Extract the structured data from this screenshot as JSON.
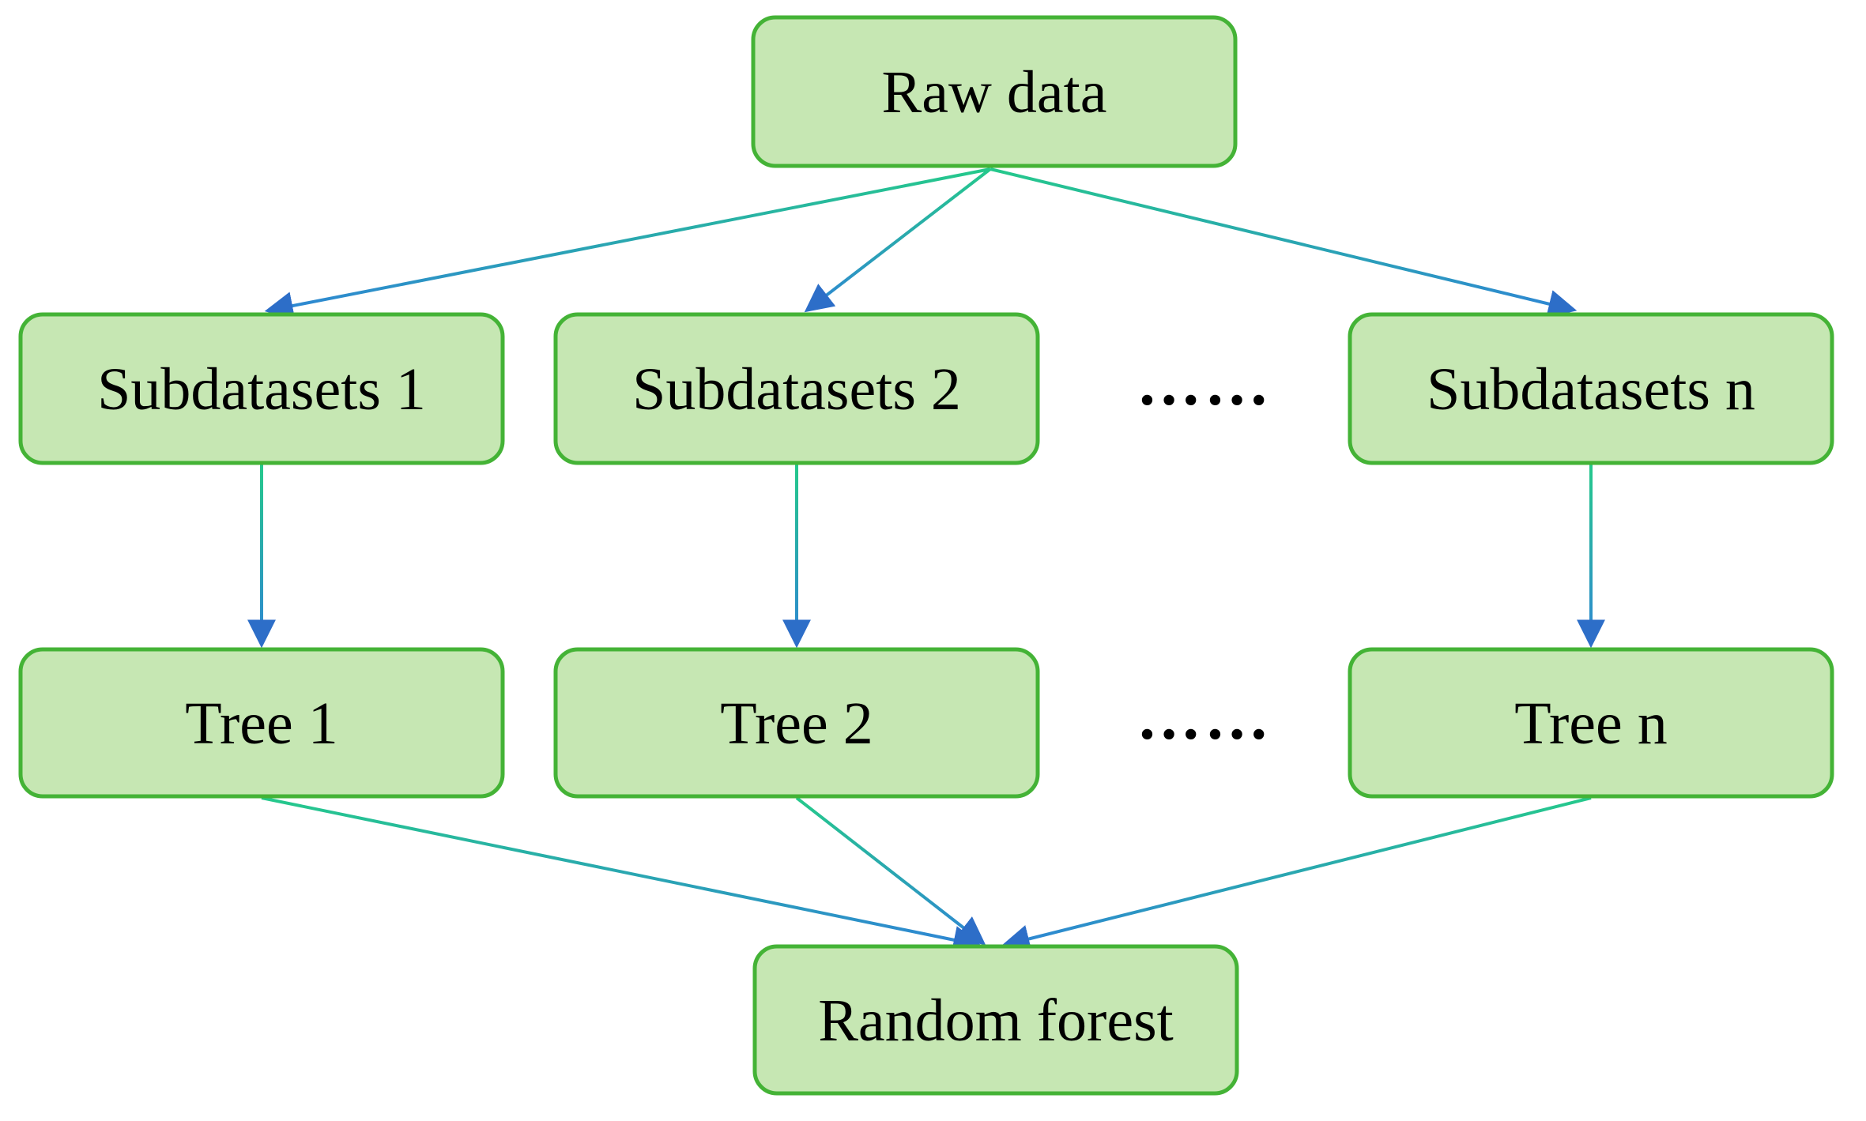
{
  "diagram": {
    "nodes": {
      "raw_data": {
        "label": "Raw data"
      },
      "subdatasets_1": {
        "label": "Subdatasets 1"
      },
      "subdatasets_2": {
        "label": "Subdatasets 2"
      },
      "subdatasets_n": {
        "label": "Subdatasets n"
      },
      "tree_1": {
        "label": "Tree 1"
      },
      "tree_2": {
        "label": "Tree 2"
      },
      "tree_n": {
        "label": "Tree n"
      },
      "random_forest": {
        "label": "Random forest"
      }
    },
    "ellipsis": {
      "between_subdatasets": "……",
      "between_trees": "……"
    },
    "edges": [
      {
        "from": "raw_data",
        "to": "subdatasets_1"
      },
      {
        "from": "raw_data",
        "to": "subdatasets_2"
      },
      {
        "from": "raw_data",
        "to": "subdatasets_n"
      },
      {
        "from": "subdatasets_1",
        "to": "tree_1"
      },
      {
        "from": "subdatasets_2",
        "to": "tree_2"
      },
      {
        "from": "subdatasets_n",
        "to": "tree_n"
      },
      {
        "from": "tree_1",
        "to": "random_forest"
      },
      {
        "from": "tree_2",
        "to": "random_forest"
      },
      {
        "from": "tree_n",
        "to": "random_forest"
      }
    ],
    "colors": {
      "background": "#ffffff",
      "box_fill": "#c6e7b3",
      "box_border": "#44b336",
      "label_text": "#000000",
      "arrow_start_green": "#25c98b",
      "arrow_end_blue": "#2e86d4",
      "arrowhead_blue": "#2d6ec8"
    }
  }
}
